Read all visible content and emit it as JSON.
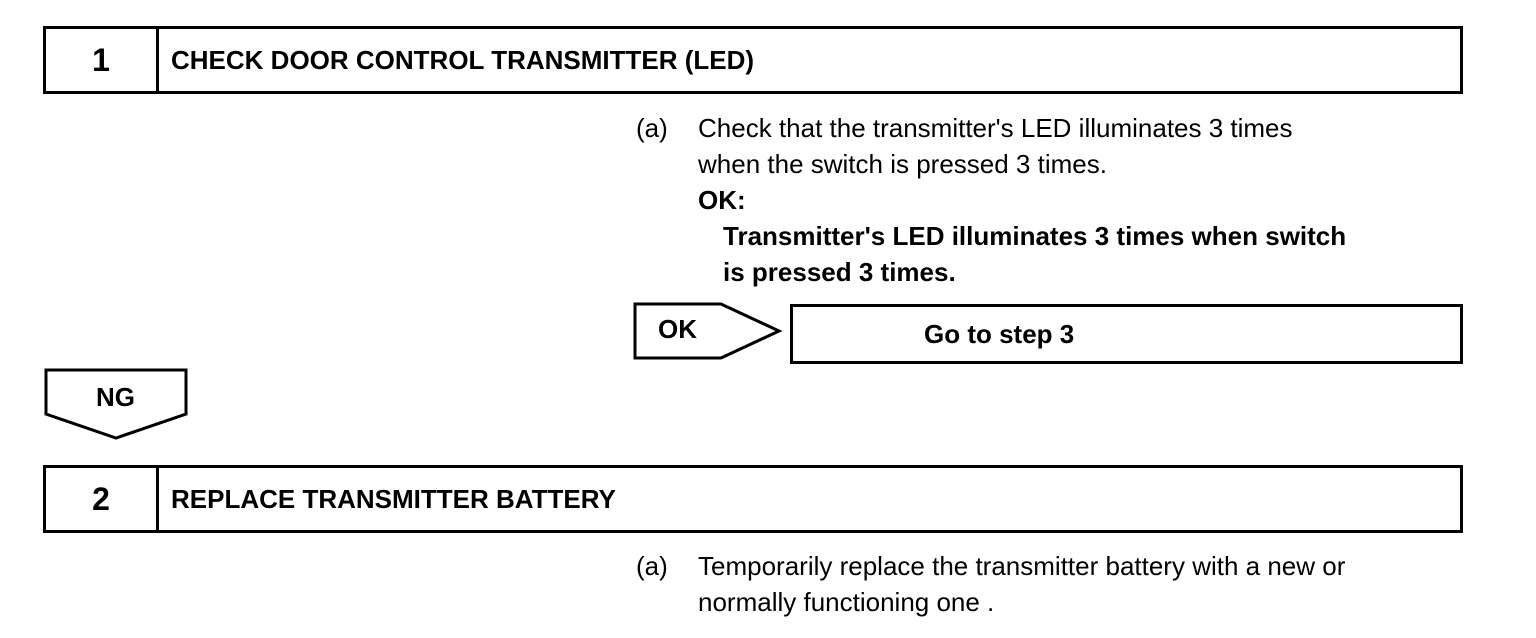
{
  "step1": {
    "number": "1",
    "title": "CHECK DOOR CONTROL TRANSMITTER (LED)",
    "instruction": {
      "letter": "(a)",
      "lines": [
        "Check that the transmitter's LED illuminates 3 times",
        "when the switch is pressed 3 times."
      ],
      "ok_label": "OK:",
      "ok_lines": [
        "Transmitter's LED illuminates 3 times when switch",
        "is pressed 3 times."
      ]
    },
    "ok_branch": {
      "label": "OK",
      "target": "Go to step 3"
    }
  },
  "ng_branch": {
    "label": "NG"
  },
  "step2": {
    "number": "2",
    "title": "REPLACE TRANSMITTER BATTERY",
    "instruction": {
      "letter": "(a)",
      "lines": [
        "Temporarily replace the transmitter battery with a new or",
        "normally functioning one ."
      ]
    }
  }
}
